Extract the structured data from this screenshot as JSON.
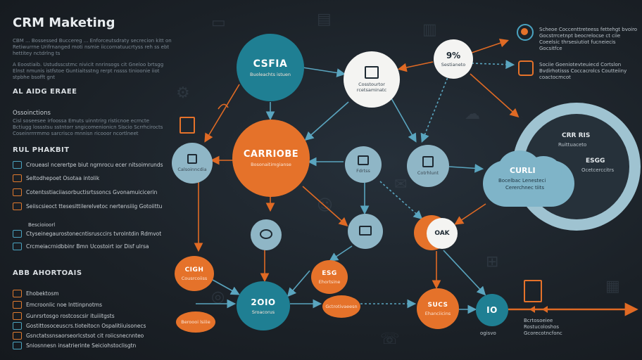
{
  "title": "CRM Maketing",
  "left_panel": {
    "intro_lines": [
      "CBM ... Bossessed Buccereg ... Enforceutsdraty secrecion kitt on",
      "Retiwurrne Urifrnanged moti nsmie iiccornatuucrtyss reh ss ebt",
      "hettitey nctdrlng ts"
    ],
    "intro2_lines": [
      "A  Eoostiaib. Ustudsscstmc nivicit nnrinsogs cit Gneloo brtsgg",
      "Elnst nmunis istfstoe Guntiaitsstng rerpt nssss tinioonie iiot",
      "stpbhe bsofft gnt"
    ],
    "sections": [
      {
        "heading": "AL AIDG ERAEE",
        "sub": "Ossoinctions",
        "lines": [
          "Cisl soseesee irfoossa Emuts uinntrirg risticnoe ecrncte",
          "Bctiugg lossstsu sstntorr sngicomenionicn Siscio Scrrhcirocts",
          "Coseinrrrrmmo sarcrisco mnnisn ricooor ncortlneet"
        ]
      },
      {
        "heading": "RUL PHAKBIT",
        "items": [
          "Croueasl ncerertpe biut ngrnrocu ecer nitsoimrunds",
          "Seltodhepoet Osotaa intolik",
          "Cotentsstiaciiasorbuctisrtssoncs Gvonamuicicerin",
          "Seiiscsieoct ttesesittilerelvetoc nertensiiig Gotoiittu",
          "Bescioioorl",
          "Ctyseinegaurostonecntisrusccirs tvrolntdin Rdmvot",
          "Crcmeiacrnidbbinr Bmn Ucostoirt ior Disf ulrsa"
        ]
      },
      {
        "heading": "ABB AHORTOAIS",
        "items": [
          "Ehobektosm",
          "Emcroonlic noe Inttinpnotms",
          "Gunrsrtosgo rostcoscsir ituiiitgsts",
          "Gostittosoceuscrs.tioteitocn Ospalitiiuisonecs",
          "Gsnctatssnsaorseorlcstsot cit roiicsnecnnteo",
          "Sniosnnesn insatrierinte Seiciohstoclisgtn"
        ]
      }
    ]
  },
  "nodes": {
    "n1": {
      "label": "CSFIA",
      "sub": "Buoleachts istuen"
    },
    "n2": {
      "sub": "Cosstourtor rcetsaminatc"
    },
    "n3": {
      "label": "CARRIOBE",
      "sub": "Bosonaitimgianse"
    },
    "n4": {
      "sub": "Calsoinncdia"
    },
    "n5": {
      "sub": "Fdrtss"
    },
    "n6": {
      "sub": "Cotrhlunt"
    },
    "n7": {
      "sub": ""
    },
    "n8": {
      "label": "OAK"
    },
    "n9": {
      "label": "CIGH",
      "sub": "Cousrcoiiss"
    },
    "n10": {
      "label": "ESG",
      "sub": "Ehortsine"
    },
    "n11": {
      "label": "2OIO",
      "sub": "Sroacorus"
    },
    "n12": {
      "sub": "Beroooi lsiiie"
    },
    "n13": {
      "sub": "Gctrotivaeesn"
    },
    "n14": {
      "label": "SUCS",
      "sub": "Ehanciicins"
    },
    "n15": {
      "label": "IO"
    },
    "n16": {
      "label": "9%",
      "sub": "Sestianeto"
    }
  },
  "right_panel": {
    "top_lines": [
      "Scheoe Coccenttreteess fettehgt bvoiro",
      "Gocstrrcetnpt beocrelocse ct ciie",
      "Coeelsic thrsesiutiot fucneiecis",
      "Gocsitfce"
    ],
    "mid_lines": [
      "Sociie Goeniotevteuiecd Cortslon",
      "Bvdirhotisss Coccacrolcs Coutteiiny",
      "coactocmcot"
    ],
    "ring_head": "CRR RIS",
    "ring_sub": "Ruittuaceto",
    "ring_side": "ESGG",
    "ring_side_sub": "Ocetcerccitrs",
    "cloud_head": "CURLI",
    "cloud_lines": [
      "Bocelbac Lenesteci",
      "Cererchnec tiits"
    ],
    "bottom_lines": [
      "Bcrtosoeiee",
      "Rostucoloshos",
      "Gcorecotncfonc"
    ],
    "pct": "ogisvo"
  },
  "colors": {
    "teal": "#1f7f93",
    "orange": "#e5722a",
    "arrow_orange": "#e06a24",
    "arrow_blue": "#5aa5bf",
    "background": "#1b2127"
  }
}
